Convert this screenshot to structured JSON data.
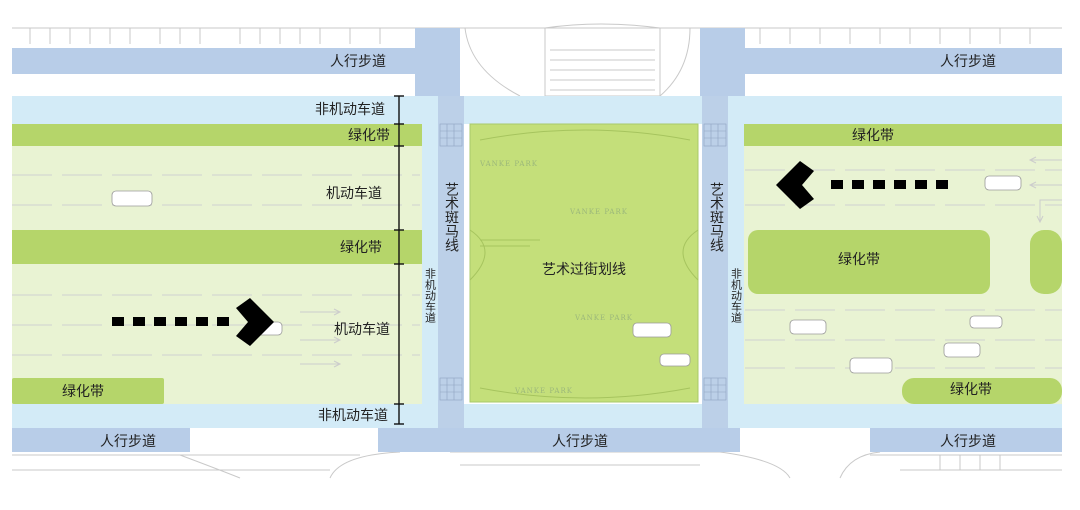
{
  "colors": {
    "sidewalk": "#b8cde8",
    "bike_lane": "#d3ebf7",
    "green_belt": "#b5d56a",
    "motor_lane": "#e9f3d3",
    "crossing_panel": "#c4df7a",
    "zebra": "#bcd0e8",
    "arrow": "#000000",
    "text": "#222222"
  },
  "labels": {
    "sidewalk_top_left": "人行步道",
    "sidewalk_top_right": "人行步道",
    "sidewalk_bottom_left": "人行步道",
    "sidewalk_bottom_center": "人行步道",
    "sidewalk_bottom_right": "人行步道",
    "bike_lane_top": "非机动车道",
    "bike_lane_bottom": "非机动车道",
    "green_belt_left_1": "绿化带",
    "green_belt_left_2": "绿化带",
    "green_belt_left_3": "绿化带",
    "green_belt_right_1": "绿化带",
    "green_belt_right_2": "绿化带",
    "green_belt_right_3": "绿化带",
    "motor_lane_1": "机动车道",
    "motor_lane_2": "机动车道",
    "art_zebra_left": "艺术斑马线",
    "art_zebra_right": "艺术斑马线",
    "bike_vertical_left": "非机动车道",
    "bike_vertical_right": "非机动车道",
    "art_crossing": "艺术过街划线",
    "watermark_1": "VANKE PARK",
    "watermark_2": "VANKE PARK",
    "watermark_3": "VANKE PARK",
    "watermark_4": "VANKE PARK"
  },
  "icons": {
    "left_arrow": "arrow-right-dotted",
    "right_arrow": "arrow-left-dotted",
    "cars": "car-icon"
  }
}
